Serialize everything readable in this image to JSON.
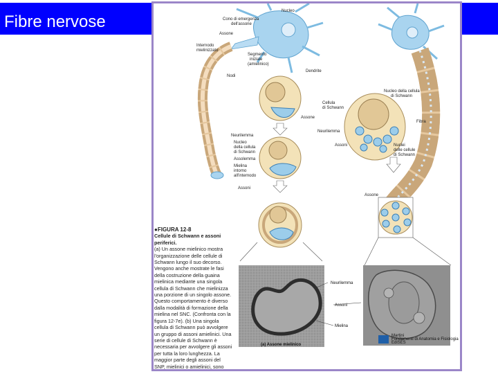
{
  "slide": {
    "title": "Fibre nervose",
    "title_bar_color": "#0000ff",
    "frame_color": "#9b86c8"
  },
  "figure": {
    "labels": {
      "nucleo": "Nucleo",
      "cono_emergenza": "Cono di emergenza",
      "dell_assone": "dell'assone",
      "assone_top": "Assone",
      "internodo": "Internodo",
      "mielinizzato": "mielinizzato",
      "segmento": "Segmento",
      "iniziale": "iniziale",
      "amielinico": "(amielinico)",
      "nodi": "Nodi",
      "dendrite": "Dendrite",
      "cellula": "Cellula",
      "di_schwann": "di Schwann",
      "assone_mid": "Assone",
      "neurilemma_left": "Neurilemma",
      "nuclei_left_1": "Nucleo",
      "nuclei_left_2": "della cellula",
      "nuclei_left_3": "di Schwann",
      "assolemma": "Assolemma",
      "mielina": "Mielina",
      "intorno": "intorno",
      "all_internodo": "all'internodo",
      "assoni_bottom_left": "Assoni",
      "nucleo_cellula_schwann_1": "Nucleo della cellula",
      "nucleo_cellula_schwann_2": "di Schwann",
      "neurilemma_right": "Neurilemma",
      "assoni_right": "Assoni",
      "fibra": "Fibra",
      "nuclei_cellule_1": "Nuclei",
      "nuclei_cellule_2": "delle cellule",
      "nuclei_cellule_3": "di Schwann",
      "assone_right": "Assone"
    },
    "caption": {
      "fig_label": "●FIGURA 12-8",
      "fig_title": "Cellule di Schwann e assoni periferici.",
      "text": "(a) Un assone mielinico mostra l'organizzazione delle cellule di Schwann lungo il suo decorso. Vengono anche mostrate le fasi della costruzione della guaina mielinica mediante una singola cellula di Schwann che mielinizza una porzione di un singolo assone. Questo comportamento è diverso dalla modalità di formazione della mielina nel SNC. (Confronta con la figura 12-7e). (b) Una singola cellula di Schwann può avvolgere un gruppo di assoni amielinici. Una serie di cellule di Schwann è necessaria per avvolgere gli assoni per tutta la loro lunghezza. La maggior parte degli assoni del SNP, mielinici o amielinici, sono protetti dal contatto con il fluido interstiziale mediante le cellule di Schwann."
    },
    "photo_labels": {
      "neurilemma": "Neurilemma",
      "assoni": "Assoni",
      "mielina": "Mielina",
      "caption_a": "(a) Assone mielinico",
      "credit_1": "Martini",
      "credit_2": "Fondamenti di Anatomia e Fisiologia",
      "credit_3": "EdiSES"
    }
  }
}
